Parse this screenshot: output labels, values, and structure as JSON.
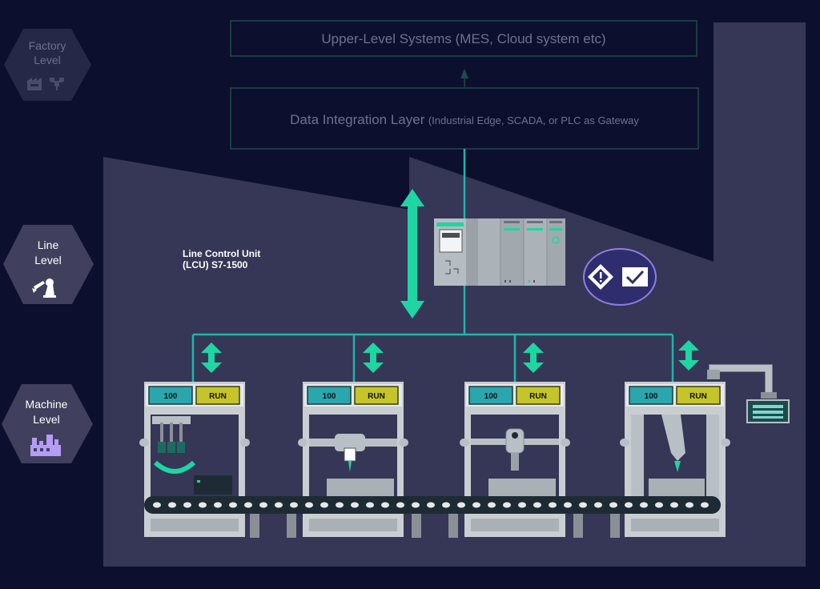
{
  "levels": {
    "factory": {
      "line1": "Factory",
      "line2": "Level",
      "icon": "factory-icon"
    },
    "line": {
      "line1": "Line",
      "line2": "Level",
      "icon": "robot-arm-icon"
    },
    "machine": {
      "line1": "Machine",
      "line2": "Level",
      "icon": "plant-icon"
    }
  },
  "upper_systems": {
    "label": "Upper-Level Systems (MES, Cloud system etc)"
  },
  "integration_layer": {
    "title": "Data Integration Layer",
    "detail": "(Industrial Edge, SCADA, or PLC as Gateway"
  },
  "lcu": {
    "line1": "Line Control Unit",
    "line2": "(LCU) S7-1500"
  },
  "machines": [
    {
      "count": "100",
      "status": "RUN"
    },
    {
      "count": "100",
      "status": "RUN"
    },
    {
      "count": "100",
      "status": "RUN"
    },
    {
      "count": "100",
      "status": "RUN"
    }
  ],
  "colors": {
    "background": "#0d0f2e",
    "panel": "#363657",
    "accent_green": "#1ed6a2",
    "line_teal": "#20b5a8",
    "count_display": "#2aa6ad",
    "status_display": "#c5c52a",
    "frame_dark": "#1c4b4c",
    "level_active": "#40405e",
    "level_inactive": "#262848"
  }
}
